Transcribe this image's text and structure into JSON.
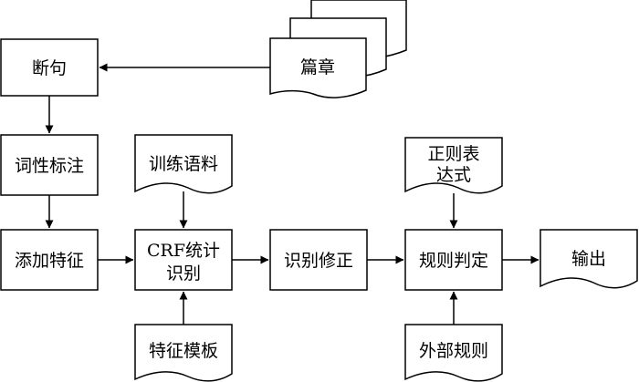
{
  "diagram": {
    "nodes": {
      "chapter": "篇章",
      "sentence_split": "断句",
      "pos_tagging": "词性标注",
      "add_features": "添加特征",
      "training_corpus": "训练语料",
      "crf_line1": "CRF统计",
      "crf_line2": "识别",
      "feature_template": "特征模板",
      "recognition_fix": "识别修正",
      "regex_line1": "正则表",
      "regex_line2": "达式",
      "rule_judgement": "规则判定",
      "external_rules": "外部规则",
      "output": "输出"
    },
    "edges": [
      {
        "from": "chapter",
        "to": "sentence_split"
      },
      {
        "from": "sentence_split",
        "to": "pos_tagging"
      },
      {
        "from": "pos_tagging",
        "to": "add_features"
      },
      {
        "from": "add_features",
        "to": "crf"
      },
      {
        "from": "training_corpus",
        "to": "crf"
      },
      {
        "from": "feature_template",
        "to": "crf"
      },
      {
        "from": "crf",
        "to": "recognition_fix"
      },
      {
        "from": "recognition_fix",
        "to": "rule_judgement"
      },
      {
        "from": "regex",
        "to": "rule_judgement"
      },
      {
        "from": "external_rules",
        "to": "rule_judgement"
      },
      {
        "from": "rule_judgement",
        "to": "output"
      }
    ],
    "colors": {
      "stroke": "#000000",
      "fill": "#ffffff"
    }
  }
}
